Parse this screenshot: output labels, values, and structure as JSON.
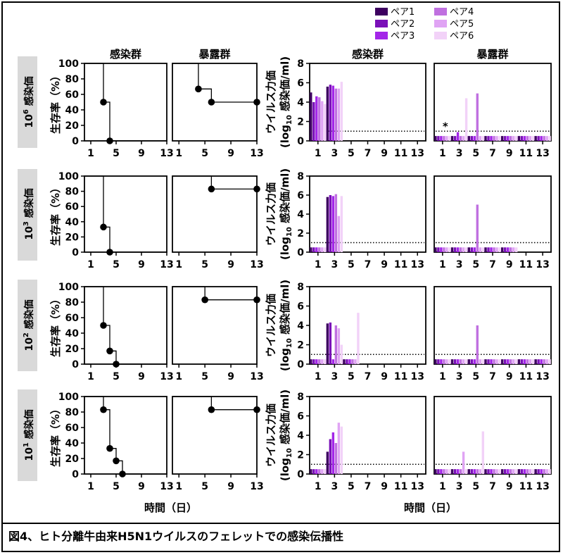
{
  "caption": "図4、ヒト分離牛由来H5N1ウイルスのフェレットでの感染伝播性",
  "legend": {
    "entries": [
      {
        "label": "ペア1",
        "color": "#3d0060"
      },
      {
        "label": "ペア2",
        "color": "#7a10b8"
      },
      {
        "label": "ペア3",
        "color": "#a326e8"
      },
      {
        "label": "ペア4",
        "color": "#c070e0"
      },
      {
        "label": "ペア5",
        "color": "#e0a4f4"
      },
      {
        "label": "ペア6",
        "color": "#f2d2f8"
      }
    ]
  },
  "headers": {
    "survival_infected": "感染群",
    "survival_exposed": "暴露群",
    "titer_infected": "感染群",
    "titer_exposed": "暴露群"
  },
  "axis_labels": {
    "survival_y": "生存率（%）",
    "titer_y_main": "ウイルス力価",
    "titer_y_unit_pre": "(log",
    "titer_y_unit_sub": "10",
    "titer_y_unit_post": " 感染価/ml)",
    "x_time": "時間（日）"
  },
  "chart_data": {
    "survival_xticks": [
      "1",
      "5",
      "9",
      "13"
    ],
    "survival_yticks": [
      "0",
      "20",
      "40",
      "60",
      "80",
      "100"
    ],
    "titer_xticks": [
      "1",
      "3",
      "5",
      "7",
      "9",
      "11",
      "13"
    ],
    "titer_yticks": [
      "0",
      "2",
      "4",
      "6",
      "8"
    ],
    "survival_xlim": [
      0,
      13
    ],
    "survival_ylim": [
      0,
      100
    ],
    "titer_xlim": [
      0,
      14
    ],
    "titer_ylim": [
      0,
      8
    ],
    "detection_limit": 1,
    "rows": [
      {
        "dose_base": "10",
        "dose_exp": "6",
        "dose_suffix": "感染価",
        "survival_infected": {
          "step_x": [
            0,
            3,
            4,
            13
          ],
          "step_y": [
            100,
            50,
            0,
            0
          ],
          "markers": [
            [
              3,
              50
            ],
            [
              4,
              0
            ]
          ]
        },
        "survival_exposed": {
          "step_x": [
            0,
            4,
            6,
            13
          ],
          "step_y": [
            100,
            67,
            50,
            50
          ],
          "markers": [
            [
              4,
              67
            ],
            [
              6,
              50
            ],
            [
              13,
              50
            ]
          ]
        },
        "titer_infected": [
          {
            "day": 1,
            "values": [
              5.0,
              4.0,
              4.6,
              4.5,
              4.1,
              3.8
            ]
          },
          {
            "day": 3,
            "values": [
              5.6,
              5.8,
              5.7,
              5.4,
              5.4,
              6.1
            ]
          }
        ],
        "titer_exposed": {
          "baseline_days": [
            1,
            3,
            5,
            7,
            9,
            11,
            13
          ],
          "peaks": [
            {
              "day": 3,
              "pair": 6,
              "value": 4.4
            },
            {
              "day": 5,
              "pair": 4,
              "value": 4.9
            },
            {
              "day": 3,
              "pair": 3,
              "value": 0.9
            }
          ],
          "annotation": "*"
        }
      },
      {
        "dose_base": "10",
        "dose_exp": "3",
        "dose_suffix": "感染価",
        "survival_infected": {
          "step_x": [
            0,
            3,
            4,
            13
          ],
          "step_y": [
            100,
            33,
            0,
            0
          ],
          "markers": [
            [
              3,
              33
            ],
            [
              4,
              0
            ]
          ]
        },
        "survival_exposed": {
          "step_x": [
            0,
            6,
            13
          ],
          "step_y": [
            100,
            83,
            83
          ],
          "markers": [
            [
              6,
              83
            ],
            [
              13,
              83
            ]
          ]
        },
        "titer_infected": [
          {
            "day": 1,
            "values": [
              0.5,
              0.5,
              0.5,
              0.5,
              0.5,
              0.5
            ]
          },
          {
            "day": 3,
            "values": [
              5.8,
              6.0,
              5.9,
              6.1,
              3.8,
              5.9
            ]
          }
        ],
        "titer_exposed": {
          "baseline_days": [
            1,
            3,
            5,
            7,
            9
          ],
          "peaks": [
            {
              "day": 5,
              "pair": 4,
              "value": 5.0
            }
          ],
          "annotation": ""
        }
      },
      {
        "dose_base": "10",
        "dose_exp": "2",
        "dose_suffix": "感染価",
        "survival_infected": {
          "step_x": [
            0,
            3,
            4,
            5,
            13
          ],
          "step_y": [
            100,
            50,
            17,
            0,
            0
          ],
          "markers": [
            [
              3,
              50
            ],
            [
              4,
              17
            ],
            [
              5,
              0
            ]
          ]
        },
        "survival_exposed": {
          "step_x": [
            0,
            5,
            13
          ],
          "step_y": [
            100,
            83,
            83
          ],
          "markers": [
            [
              5,
              83
            ],
            [
              13,
              83
            ]
          ]
        },
        "titer_infected": [
          {
            "day": 1,
            "values": [
              0.5,
              0.5,
              0.5,
              0.5,
              0.5,
              0.5
            ]
          },
          {
            "day": 3,
            "values": [
              4.2,
              4.3,
              0.5,
              4.0,
              3.7,
              2.0
            ]
          },
          {
            "day": 5,
            "values": [
              0.5,
              0.5,
              0.5,
              0.5,
              0.5,
              5.3
            ]
          }
        ],
        "titer_exposed": {
          "baseline_days": [
            1,
            3,
            5,
            7,
            9,
            11,
            13
          ],
          "peaks": [
            {
              "day": 5,
              "pair": 4,
              "value": 4.0
            }
          ],
          "annotation": ""
        }
      },
      {
        "dose_base": "10",
        "dose_exp": "1",
        "dose_suffix": "感染価",
        "survival_infected": {
          "step_x": [
            0,
            3,
            4,
            5,
            6,
            13
          ],
          "step_y": [
            100,
            83,
            33,
            17,
            0,
            0
          ],
          "markers": [
            [
              3,
              83
            ],
            [
              4,
              33
            ],
            [
              5,
              17
            ],
            [
              6,
              0
            ]
          ]
        },
        "survival_exposed": {
          "step_x": [
            0,
            6,
            13
          ],
          "step_y": [
            100,
            83,
            83
          ],
          "markers": [
            [
              6,
              83
            ],
            [
              13,
              83
            ]
          ]
        },
        "titer_infected": [
          {
            "day": 1,
            "values": [
              0.5,
              0.5,
              0.5,
              0.5,
              0.5,
              0.5
            ]
          },
          {
            "day": 3,
            "values": [
              2.3,
              3.6,
              4.3,
              3.2,
              5.3,
              4.9
            ]
          }
        ],
        "titer_exposed": {
          "baseline_days": [
            1,
            3,
            5,
            7,
            9,
            11,
            13
          ],
          "peaks": [
            {
              "day": 3,
              "pair": 5,
              "value": 2.3
            },
            {
              "day": 5,
              "pair": 6,
              "value": 4.4
            }
          ],
          "annotation": ""
        }
      }
    ]
  }
}
